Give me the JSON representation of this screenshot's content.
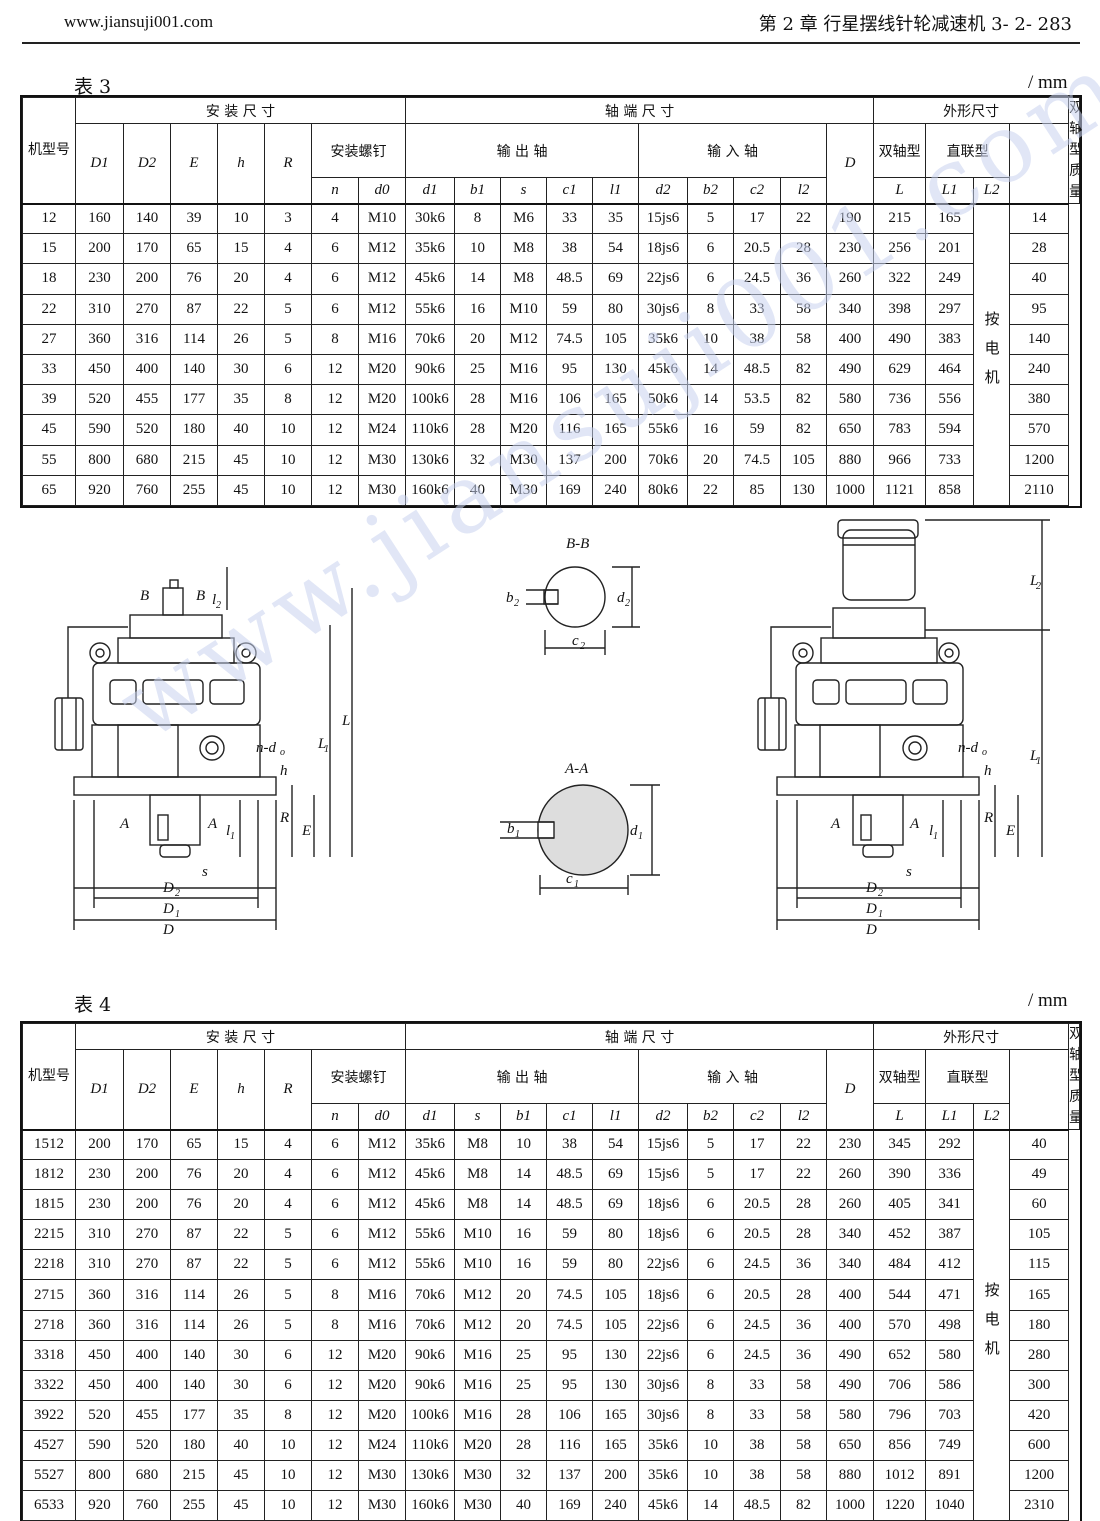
{
  "header": {
    "site": "www.jiansuji001.com",
    "chapter": "第 2 章    行星摆线针轮减速机      3- 2- 283"
  },
  "watermark": "www.jiansuji001.com",
  "table3": {
    "caption": "表 3",
    "unit": "/ mm",
    "h_model": "机型号",
    "h_install": "安 装 尺 寸",
    "h_shaft": "轴 端 尺 寸",
    "h_outline": "外形尺寸",
    "h_mass": "双轴型质量",
    "h_bolt": "安装螺钉",
    "h_out": "输 出 轴",
    "h_in": "输 入 轴",
    "h_dual": "双轴型",
    "h_direct": "直联型",
    "merged_note": "按电机",
    "cols": [
      "D1",
      "D2",
      "E",
      "h",
      "R",
      "n",
      "d0",
      "d1",
      "b1",
      "s",
      "c1",
      "l1",
      "d2",
      "b2",
      "c2",
      "l2",
      "D",
      "L",
      "L1",
      "L2"
    ],
    "rows": [
      [
        "12",
        "160",
        "140",
        "39",
        "10",
        "3",
        "4",
        "M10",
        "30k6",
        "8",
        "M6",
        "33",
        "35",
        "15js6",
        "5",
        "17",
        "22",
        "190",
        "215",
        "165",
        "14"
      ],
      [
        "15",
        "200",
        "170",
        "65",
        "15",
        "4",
        "6",
        "M12",
        "35k6",
        "10",
        "M8",
        "38",
        "54",
        "18js6",
        "6",
        "20.5",
        "28",
        "230",
        "256",
        "201",
        "28"
      ],
      [
        "18",
        "230",
        "200",
        "76",
        "20",
        "4",
        "6",
        "M12",
        "45k6",
        "14",
        "M8",
        "48.5",
        "69",
        "22js6",
        "6",
        "24.5",
        "36",
        "260",
        "322",
        "249",
        "40"
      ],
      [
        "22",
        "310",
        "270",
        "87",
        "22",
        "5",
        "6",
        "M12",
        "55k6",
        "16",
        "M10",
        "59",
        "80",
        "30js6",
        "8",
        "33",
        "58",
        "340",
        "398",
        "297",
        "95"
      ],
      [
        "27",
        "360",
        "316",
        "114",
        "26",
        "5",
        "8",
        "M16",
        "70k6",
        "20",
        "M12",
        "74.5",
        "105",
        "35k6",
        "10",
        "38",
        "58",
        "400",
        "490",
        "383",
        "140"
      ],
      [
        "33",
        "450",
        "400",
        "140",
        "30",
        "6",
        "12",
        "M20",
        "90k6",
        "25",
        "M16",
        "95",
        "130",
        "45k6",
        "14",
        "48.5",
        "82",
        "490",
        "629",
        "464",
        "240"
      ],
      [
        "39",
        "520",
        "455",
        "177",
        "35",
        "8",
        "12",
        "M20",
        "100k6",
        "28",
        "M16",
        "106",
        "165",
        "50k6",
        "14",
        "53.5",
        "82",
        "580",
        "736",
        "556",
        "380"
      ],
      [
        "45",
        "590",
        "520",
        "180",
        "40",
        "10",
        "12",
        "M24",
        "110k6",
        "28",
        "M20",
        "116",
        "165",
        "55k6",
        "16",
        "59",
        "82",
        "650",
        "783",
        "594",
        "570"
      ],
      [
        "55",
        "800",
        "680",
        "215",
        "45",
        "10",
        "12",
        "M30",
        "130k6",
        "32",
        "M30",
        "137",
        "200",
        "70k6",
        "20",
        "74.5",
        "105",
        "880",
        "966",
        "733",
        "1200"
      ],
      [
        "65",
        "920",
        "760",
        "255",
        "45",
        "10",
        "12",
        "M30",
        "160k6",
        "40",
        "M30",
        "169",
        "240",
        "80k6",
        "22",
        "85",
        "130",
        "1000",
        "1121",
        "858",
        "2110"
      ]
    ]
  },
  "table4": {
    "caption": "表 4",
    "unit": "/ mm",
    "h_model": "机型号",
    "h_install": "安 装 尺 寸",
    "h_shaft": "轴 端 尺 寸",
    "h_outline": "外形尺寸",
    "h_mass": "双轴型质量",
    "h_bolt": "安装螺钉",
    "h_out": "输 出 轴",
    "h_in": "输 入 轴",
    "h_dual": "双轴型",
    "h_direct": "直联型",
    "merged_note": "按电机",
    "cols": [
      "D1",
      "D2",
      "E",
      "h",
      "R",
      "n",
      "d0",
      "d1",
      "s",
      "b1",
      "c1",
      "l1",
      "d2",
      "b2",
      "c2",
      "l2",
      "D",
      "L",
      "L1",
      "L2"
    ],
    "rows": [
      [
        "1512",
        "200",
        "170",
        "65",
        "15",
        "4",
        "6",
        "M12",
        "35k6",
        "M8",
        "10",
        "38",
        "54",
        "15js6",
        "5",
        "17",
        "22",
        "230",
        "345",
        "292",
        "40"
      ],
      [
        "1812",
        "230",
        "200",
        "76",
        "20",
        "4",
        "6",
        "M12",
        "45k6",
        "M8",
        "14",
        "48.5",
        "69",
        "15js6",
        "5",
        "17",
        "22",
        "260",
        "390",
        "336",
        "49"
      ],
      [
        "1815",
        "230",
        "200",
        "76",
        "20",
        "4",
        "6",
        "M12",
        "45k6",
        "M8",
        "14",
        "48.5",
        "69",
        "18js6",
        "6",
        "20.5",
        "28",
        "260",
        "405",
        "341",
        "60"
      ],
      [
        "2215",
        "310",
        "270",
        "87",
        "22",
        "5",
        "6",
        "M12",
        "55k6",
        "M10",
        "16",
        "59",
        "80",
        "18js6",
        "6",
        "20.5",
        "28",
        "340",
        "452",
        "387",
        "105"
      ],
      [
        "2218",
        "310",
        "270",
        "87",
        "22",
        "5",
        "6",
        "M12",
        "55k6",
        "M10",
        "16",
        "59",
        "80",
        "22js6",
        "6",
        "24.5",
        "36",
        "340",
        "484",
        "412",
        "115"
      ],
      [
        "2715",
        "360",
        "316",
        "114",
        "26",
        "5",
        "8",
        "M16",
        "70k6",
        "M12",
        "20",
        "74.5",
        "105",
        "18js6",
        "6",
        "20.5",
        "28",
        "400",
        "544",
        "471",
        "165"
      ],
      [
        "2718",
        "360",
        "316",
        "114",
        "26",
        "5",
        "8",
        "M16",
        "70k6",
        "M12",
        "20",
        "74.5",
        "105",
        "22js6",
        "6",
        "24.5",
        "36",
        "400",
        "570",
        "498",
        "180"
      ],
      [
        "3318",
        "450",
        "400",
        "140",
        "30",
        "6",
        "12",
        "M20",
        "90k6",
        "M16",
        "25",
        "95",
        "130",
        "22js6",
        "6",
        "24.5",
        "36",
        "490",
        "652",
        "580",
        "280"
      ],
      [
        "3322",
        "450",
        "400",
        "140",
        "30",
        "6",
        "12",
        "M20",
        "90k6",
        "M16",
        "25",
        "95",
        "130",
        "30js6",
        "8",
        "33",
        "58",
        "490",
        "706",
        "586",
        "300"
      ],
      [
        "3922",
        "520",
        "455",
        "177",
        "35",
        "8",
        "12",
        "M20",
        "100k6",
        "M16",
        "28",
        "106",
        "165",
        "30js6",
        "8",
        "33",
        "58",
        "580",
        "796",
        "703",
        "420"
      ],
      [
        "4527",
        "590",
        "520",
        "180",
        "40",
        "10",
        "12",
        "M24",
        "110k6",
        "M20",
        "28",
        "116",
        "165",
        "35k6",
        "10",
        "38",
        "58",
        "650",
        "856",
        "749",
        "600"
      ],
      [
        "5527",
        "800",
        "680",
        "215",
        "45",
        "10",
        "12",
        "M30",
        "130k6",
        "M30",
        "32",
        "137",
        "200",
        "35k6",
        "10",
        "38",
        "58",
        "880",
        "1012",
        "891",
        "1200"
      ],
      [
        "6533",
        "920",
        "760",
        "255",
        "45",
        "10",
        "12",
        "M30",
        "160k6",
        "M30",
        "40",
        "169",
        "240",
        "45k6",
        "14",
        "48.5",
        "82",
        "1000",
        "1220",
        "1040",
        "2310"
      ]
    ]
  },
  "drawings": {
    "section_bb": "B-B",
    "section_aa": "A-A",
    "labels_left": [
      "B",
      "B",
      "l2",
      "L",
      "L1",
      "n-d0",
      "h",
      "R",
      "E",
      "A",
      "A",
      "l1",
      "s",
      "D2",
      "D1",
      "D"
    ],
    "labels_right": [
      "L2",
      "L1",
      "n-d0",
      "h",
      "R",
      "E",
      "A",
      "A",
      "l1",
      "s",
      "D2",
      "D1",
      "D"
    ],
    "labels_bb": [
      "b2",
      "d2",
      "c2"
    ],
    "labels_aa": [
      "b1",
      "d1",
      "c1"
    ]
  }
}
